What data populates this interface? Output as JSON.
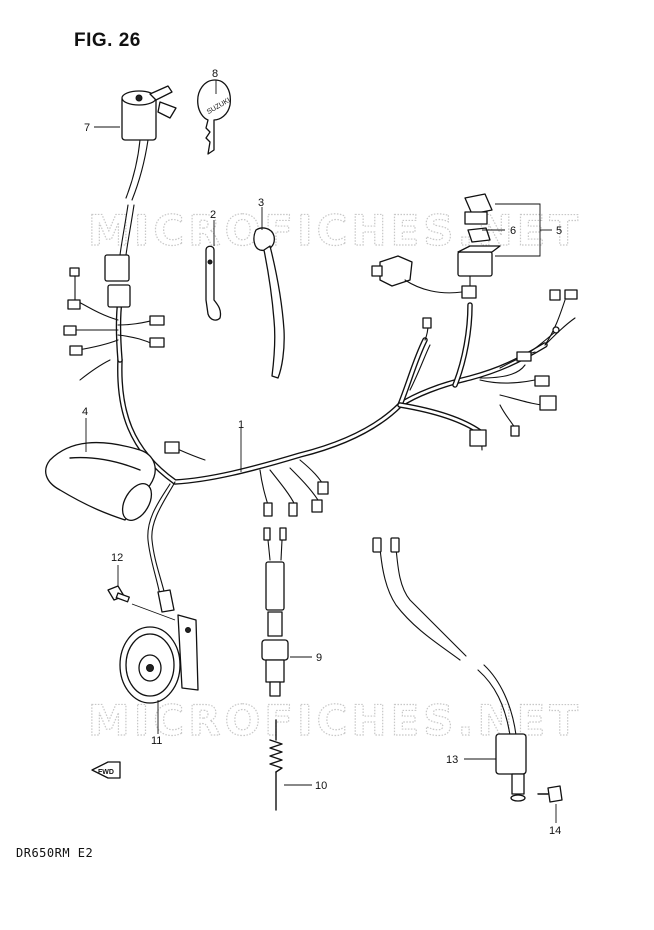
{
  "figure_title": "FIG. 26",
  "model_code": "DR650RM E2",
  "watermark": "MICROFICHES.NET",
  "key_brand": "SUZUKI",
  "fwd_label": "FWD",
  "callouts": {
    "c1": "1",
    "c2": "2",
    "c3": "3",
    "c4": "4",
    "c5": "5",
    "c6": "6",
    "c7": "7",
    "c8": "8",
    "c9": "9",
    "c10": "10",
    "c11": "11",
    "c12": "12",
    "c13": "13",
    "c14": "14"
  }
}
